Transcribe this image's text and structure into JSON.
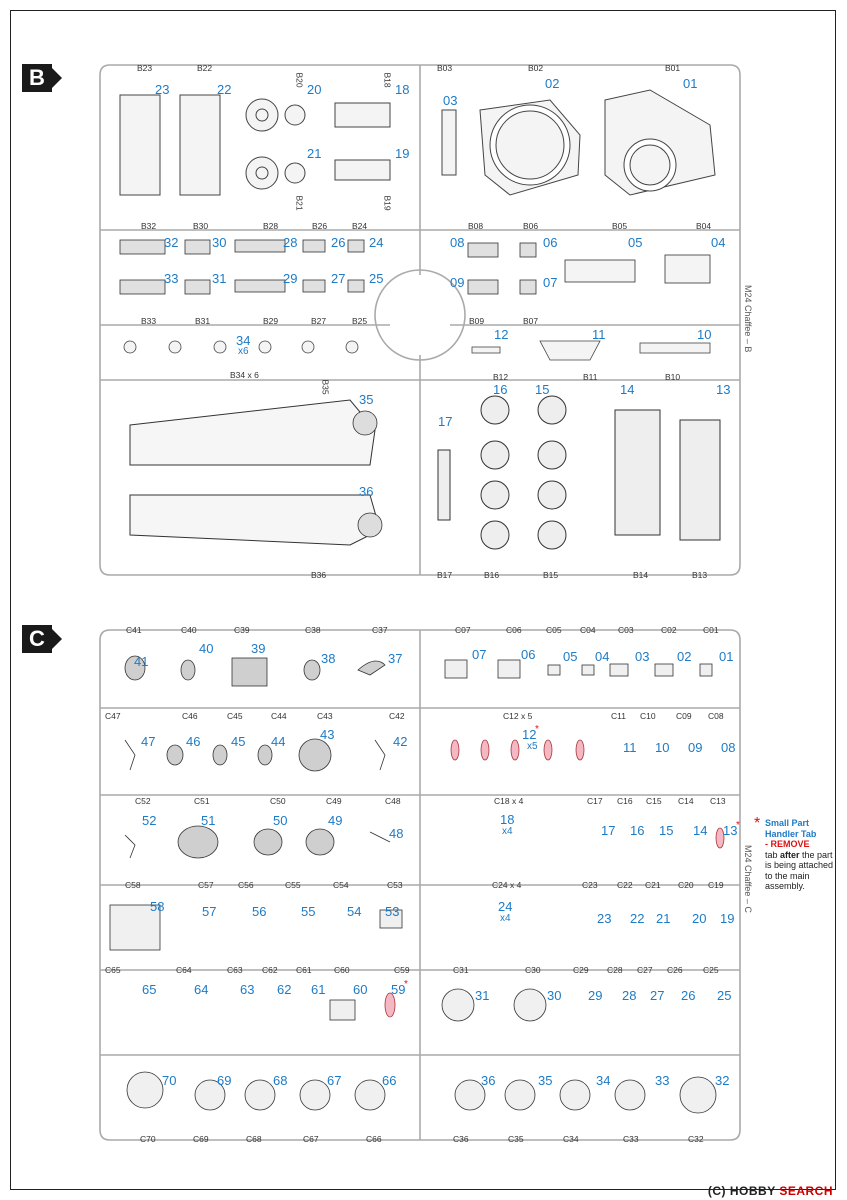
{
  "sheet_b": {
    "badge": "B",
    "runner_codes": [
      "B23",
      "B22",
      "B20",
      "B18",
      "B03",
      "B02",
      "B01",
      "B21",
      "B19",
      "B32",
      "B30",
      "B28",
      "B26",
      "B24",
      "B08",
      "B06",
      "B05",
      "B04",
      "B33",
      "B31",
      "B29",
      "B27",
      "B25",
      "B09",
      "B07",
      "B34 x 6",
      "B35",
      "B12",
      "B11",
      "B10",
      "B36",
      "B17",
      "B16",
      "B15",
      "B14",
      "B13"
    ],
    "part_numbers": [
      "23",
      "22",
      "20",
      "18",
      "03",
      "02",
      "01",
      "21",
      "19",
      "32",
      "30",
      "28",
      "26",
      "24",
      "08",
      "06",
      "05",
      "04",
      "33",
      "31",
      "29",
      "27",
      "25",
      "09",
      "07",
      "34",
      "12",
      "11",
      "10",
      "35",
      "17",
      "16",
      "15",
      "14",
      "13",
      "36"
    ],
    "x6_mark": "x6",
    "side_text": "M24 Chaffee – B"
  },
  "sheet_c": {
    "badge": "C",
    "runner_codes": [
      "C41",
      "C40",
      "C39",
      "C38",
      "C37",
      "C07",
      "C06",
      "C05",
      "C04",
      "C03",
      "C02",
      "C01",
      "C47",
      "C46",
      "C45",
      "C44",
      "C43",
      "C42",
      "C12 x 5",
      "C11",
      "C10",
      "C09",
      "C08",
      "C52",
      "C51",
      "C50",
      "C49",
      "C48",
      "C18 x 4",
      "C17",
      "C16",
      "C15",
      "C14",
      "C13",
      "C58",
      "C57",
      "C56",
      "C55",
      "C54",
      "C53",
      "C24 x 4",
      "C23",
      "C22",
      "C21",
      "C20",
      "C19",
      "C65",
      "C64",
      "C63",
      "C62",
      "C61",
      "C60",
      "C59",
      "C31",
      "C30",
      "C29",
      "C28",
      "C27",
      "C26",
      "C25",
      "C70",
      "C69",
      "C68",
      "C67",
      "C66",
      "C36",
      "C35",
      "C34",
      "C33",
      "C32"
    ],
    "part_numbers": [
      "41",
      "40",
      "39",
      "38",
      "37",
      "07",
      "06",
      "05",
      "04",
      "03",
      "02",
      "01",
      "47",
      "46",
      "45",
      "44",
      "43",
      "42",
      "12",
      "11",
      "10",
      "09",
      "08",
      "52",
      "51",
      "50",
      "49",
      "48",
      "18",
      "17",
      "16",
      "15",
      "14",
      "13",
      "58",
      "57",
      "56",
      "55",
      "54",
      "53",
      "24",
      "23",
      "22",
      "21",
      "20",
      "19",
      "65",
      "64",
      "63",
      "62",
      "61",
      "60",
      "59",
      "31",
      "30",
      "29",
      "28",
      "27",
      "26",
      "25",
      "70",
      "69",
      "68",
      "67",
      "66",
      "36",
      "35",
      "34",
      "33",
      "32"
    ],
    "mult_x5": "x5",
    "mult_x4": "x4",
    "side_text": "M24 Chaffee – C"
  },
  "note": {
    "title_line1": "Small Part",
    "title_line2": "Handler Tab",
    "remove": "- REMOVE",
    "body1": "tab ",
    "after": "after",
    "body2": " the part is being attached to the main assembly."
  },
  "watermark": {
    "brand": "HOBBY",
    "search": "SEARCH",
    "copyright": "(C)"
  }
}
